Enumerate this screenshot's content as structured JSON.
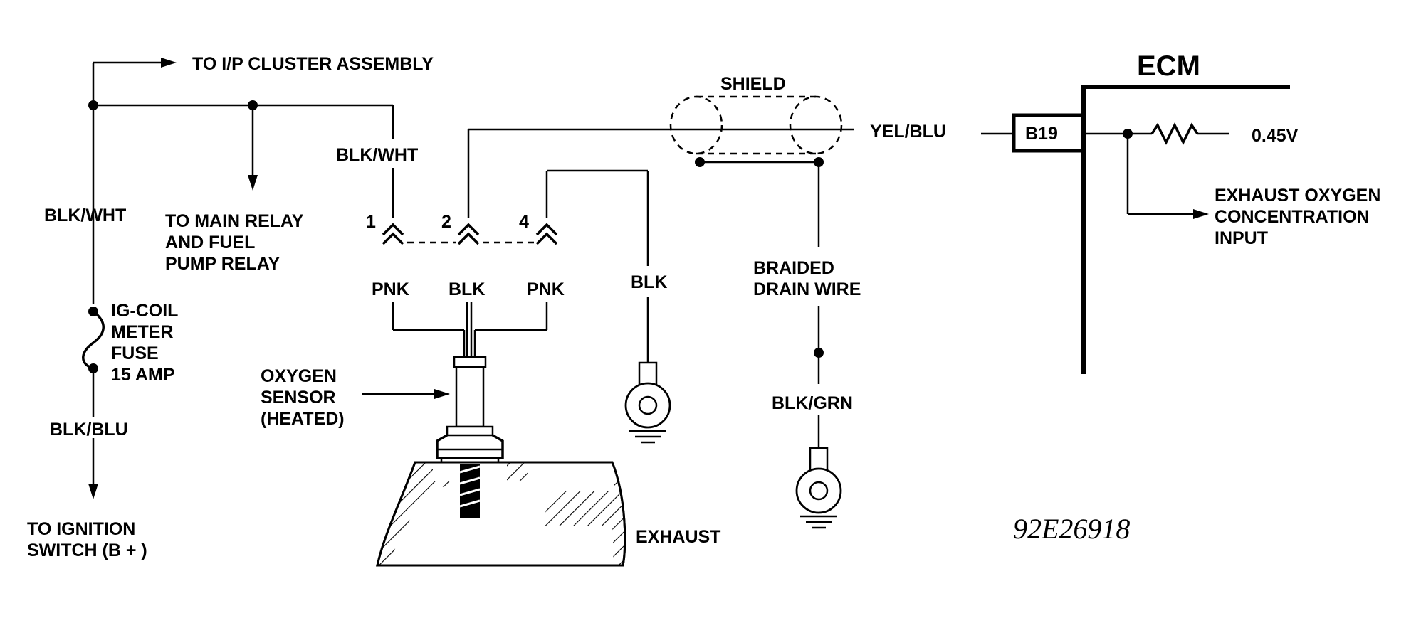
{
  "diagram": {
    "labels": {
      "to_ip_cluster": "TO I/P CLUSTER ASSEMBLY",
      "blk_wht_left": "BLK/WHT",
      "to_main_relay": [
        "TO MAIN RELAY",
        "AND FUEL",
        "PUMP RELAY"
      ],
      "fuse": [
        "IG-COIL",
        "METER",
        "FUSE",
        "15 AMP"
      ],
      "blk_blu": "BLK/BLU",
      "to_ignition": [
        "TO IGNITION",
        "SWITCH (B + )"
      ],
      "blk_wht_conn": "BLK/WHT",
      "pin1": "1",
      "pin2": "2",
      "pin4": "4",
      "pnk1": "PNK",
      "blk_pin2": "BLK",
      "pnk4": "PNK",
      "blk_ground": "BLK",
      "oxygen_sensor": [
        "OXYGEN",
        "SENSOR",
        "(HEATED)"
      ],
      "exhaust": "EXHAUST",
      "shield": "SHIELD",
      "yel_blu": "YEL/BLU",
      "braided_drain": [
        "BRAIDED",
        "DRAIN WIRE"
      ],
      "blk_grn": "BLK/GRN",
      "ecm": "ECM",
      "b19": "B19",
      "volt": "0.45V",
      "exhaust_input": [
        "EXHAUST OXYGEN",
        "CONCENTRATION",
        "INPUT"
      ],
      "code": "92E26918"
    }
  }
}
